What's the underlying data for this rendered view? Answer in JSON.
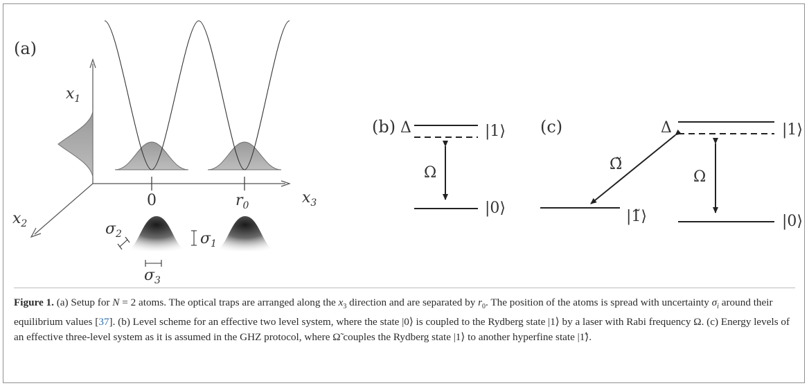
{
  "panel_a": {
    "label": "(a)",
    "x1": "x",
    "x1_sub": "1",
    "x2": "x",
    "x2_sub": "2",
    "x3": "x",
    "x3_sub": "3",
    "tick_0": "0",
    "tick_r0": "r",
    "tick_r0_sub": "0",
    "sigma1": "σ",
    "sigma1_sub": "1",
    "sigma2": "σ",
    "sigma2_sub": "2",
    "sigma3": "σ",
    "sigma3_sub": "3"
  },
  "panel_b": {
    "label": "(b)",
    "delta": "Δ",
    "state1": "|1⟩",
    "state0": "|0⟩",
    "omega": "Ω"
  },
  "panel_c": {
    "label": "(c)",
    "delta": "Δ",
    "state1": "|1⟩",
    "state0": "|0⟩",
    "state1t": "|1̃⟩",
    "omega": "Ω",
    "omega_t": "Ω̃"
  },
  "caption": {
    "fig": "Figure 1.",
    "p1": " (a) Setup for ",
    "N": "N",
    "p2": " = 2 atoms. The optical traps are arranged along the ",
    "x": "x",
    "x_sub": "3",
    "p3": " direction and are separated by ",
    "r": "r",
    "r_sub": "0",
    "p4": ". The position of the atoms is spread with uncertainty ",
    "sigma": "σ",
    "sigma_sub": "i",
    "p5": " around their equilibrium values [",
    "ref": "37",
    "p6": "]. (b) Level scheme for an effective two level system, where the state |0⟩ is coupled to the Rydberg state |1⟩ by a laser with Rabi frequency Ω. (c) Energy levels of an effective three-level system as it is assumed in the GHZ protocol, where ",
    "omega_t": "Ω̃",
    "p7": " couples the Rydberg state |1⟩ to another hyperfine state |1̃⟩."
  }
}
